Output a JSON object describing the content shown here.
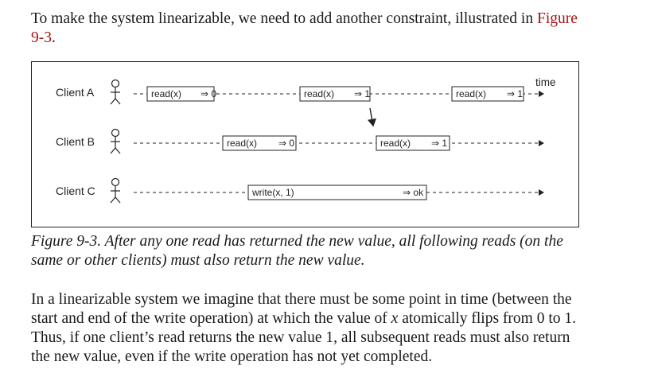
{
  "intro": {
    "text": "To make the system linearizable, we need to add another constraint, illustrated in ",
    "link": "Figure 9-3",
    "tail": "."
  },
  "figure": {
    "time_label": "time",
    "clients": [
      {
        "name": "Client A",
        "ops": [
          {
            "label": "read(x)",
            "result": "⇒ 0"
          },
          {
            "label": "read(x)",
            "result": "⇒ 1"
          },
          {
            "label": "read(x)",
            "result": "⇒ 1"
          }
        ]
      },
      {
        "name": "Client B",
        "ops": [
          {
            "label": "read(x)",
            "result": "⇒ 0"
          },
          {
            "label": "read(x)",
            "result": "⇒ 1"
          }
        ]
      },
      {
        "name": "Client C",
        "ops": [
          {
            "label": "write(x, 1)",
            "result": "⇒ ok"
          }
        ]
      }
    ]
  },
  "caption": "Figure 9-3. After any one read has returned the new value, all following reads (on the same or other clients) must also return the new value.",
  "body": {
    "part1": "In a linearizable system we imagine that there must be some point in time (between the start and end of the write operation) at which the value of ",
    "var": "x",
    "part2": " atomically flips from 0 to 1. Thus, if one client’s read returns the new value 1, all subsequent reads must also return the new value, even if the write operation has not yet completed."
  }
}
